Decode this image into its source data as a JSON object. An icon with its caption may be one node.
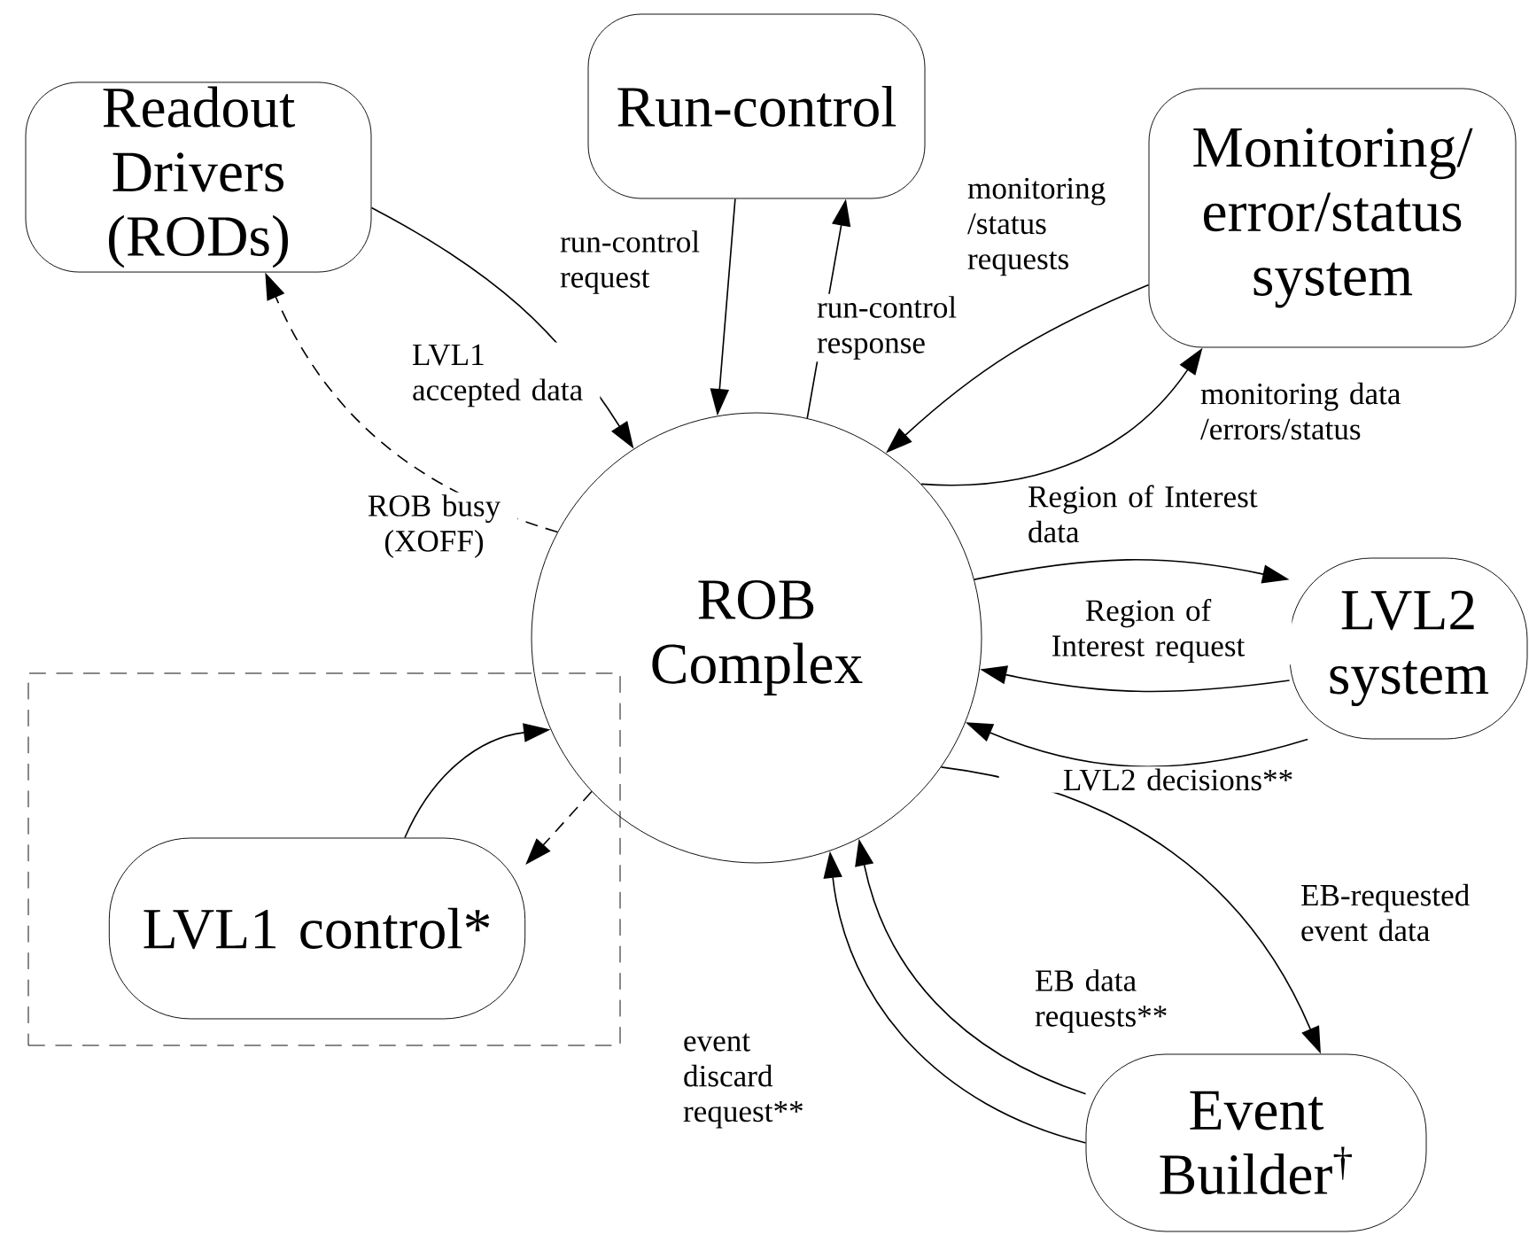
{
  "diagram": {
    "nodes": [
      {
        "text": [
          "Readout Drivers (RODs)"
        ]
      },
      {
        "text": [
          "Run-control"
        ]
      },
      {
        "text": [
          "Monitoring/ error/status system"
        ]
      },
      {
        "text": [
          "ROB Complex"
        ]
      },
      {
        "text": [
          "LVL2 system"
        ]
      },
      {
        "text": [],
        "shape": "box"
      },
      {
        "text": [
          "LVL1 control*"
        ],
        "in": 5
      },
      {
        "text": [
          "Event Builder$^{†}$"
        ]
      }
    ],
    "edges": [
      {
        "from": 0,
        "to": 3,
        "arrow": "to",
        "label": "LVL1 accepted data"
      },
      {
        "from": 3,
        "to": 0,
        "arrow": "to",
        "label": "ROB busy (XOFF)",
        "style": "dashed"
      },
      {
        "from": 1,
        "to": 3,
        "arrow": "to",
        "label": "run-control request"
      },
      {
        "from": 3,
        "to": 1,
        "arrow": "to",
        "label": "run-control response"
      },
      {
        "from": 2,
        "to": 3,
        "arrow": "to",
        "label": "monitoring /status requests"
      },
      {
        "from": 3,
        "to": 2,
        "arrow": "to",
        "label": "monitoring data /errors/status"
      },
      {
        "from": 3,
        "to": 4,
        "arrow": "to",
        "label": "Region of Interest data"
      },
      {
        "from": 4,
        "to": 3,
        "arrow": "to",
        "label": "Region of Interest request"
      },
      {
        "from": 4,
        "to": 3,
        "arrow": "to",
        "label": "LVL2 decisions**"
      },
      {
        "from": 3,
        "to": 7,
        "arrow": "to",
        "label": "EB-requested event data"
      },
      {
        "from": 7,
        "to": 3,
        "arrow": "to",
        "label": "EB data requests**"
      },
      {
        "from": 7,
        "to": 3,
        "arrow": "to",
        "label": "event discard request**"
      },
      {
        "from": 6,
        "to": 3,
        "arrow": "to"
      },
      {
        "from": 3,
        "to": 6,
        "arrow": "to",
        "style": "dashed"
      }
    ]
  }
}
